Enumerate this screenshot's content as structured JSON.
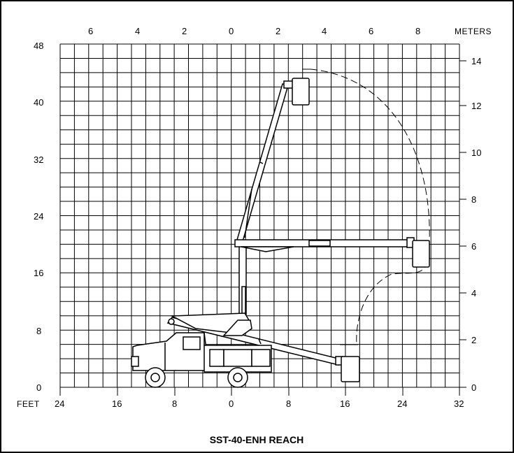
{
  "title": "SST-40-ENH REACH",
  "units": {
    "left": "FEET",
    "top": "METERS"
  },
  "axes": {
    "bottom_ticks": [
      "24",
      "16",
      "8",
      "0",
      "8",
      "16",
      "24",
      "32"
    ],
    "left_ticks": [
      "0",
      "8",
      "16",
      "24",
      "32",
      "40",
      "48"
    ],
    "top_ticks": [
      "6",
      "4",
      "2",
      "0",
      "2",
      "4",
      "6",
      "8"
    ],
    "right_ticks": [
      "0",
      "2",
      "4",
      "6",
      "8",
      "10",
      "12",
      "14"
    ]
  },
  "colors": {
    "ink": "#000000",
    "paper": "#ffffff"
  }
}
